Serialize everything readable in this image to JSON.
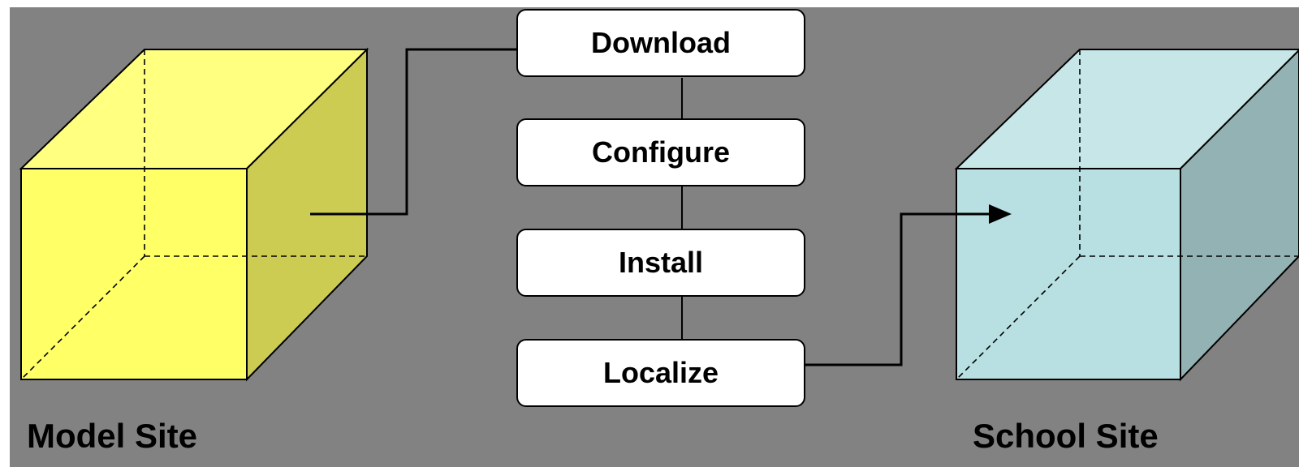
{
  "steps": {
    "download": "Download",
    "configure": "Configure",
    "install": "Install",
    "localize": "Localize"
  },
  "sites": {
    "model": "Model Site",
    "school": "School Site"
  },
  "colors": {
    "background": "#828282",
    "model_front": "#ffff66",
    "model_top": "#ffff80",
    "model_side": "#cccc52",
    "school_front": "#b8dfe1",
    "school_top": "#c7e6e8",
    "school_side": "#93b2b4"
  }
}
